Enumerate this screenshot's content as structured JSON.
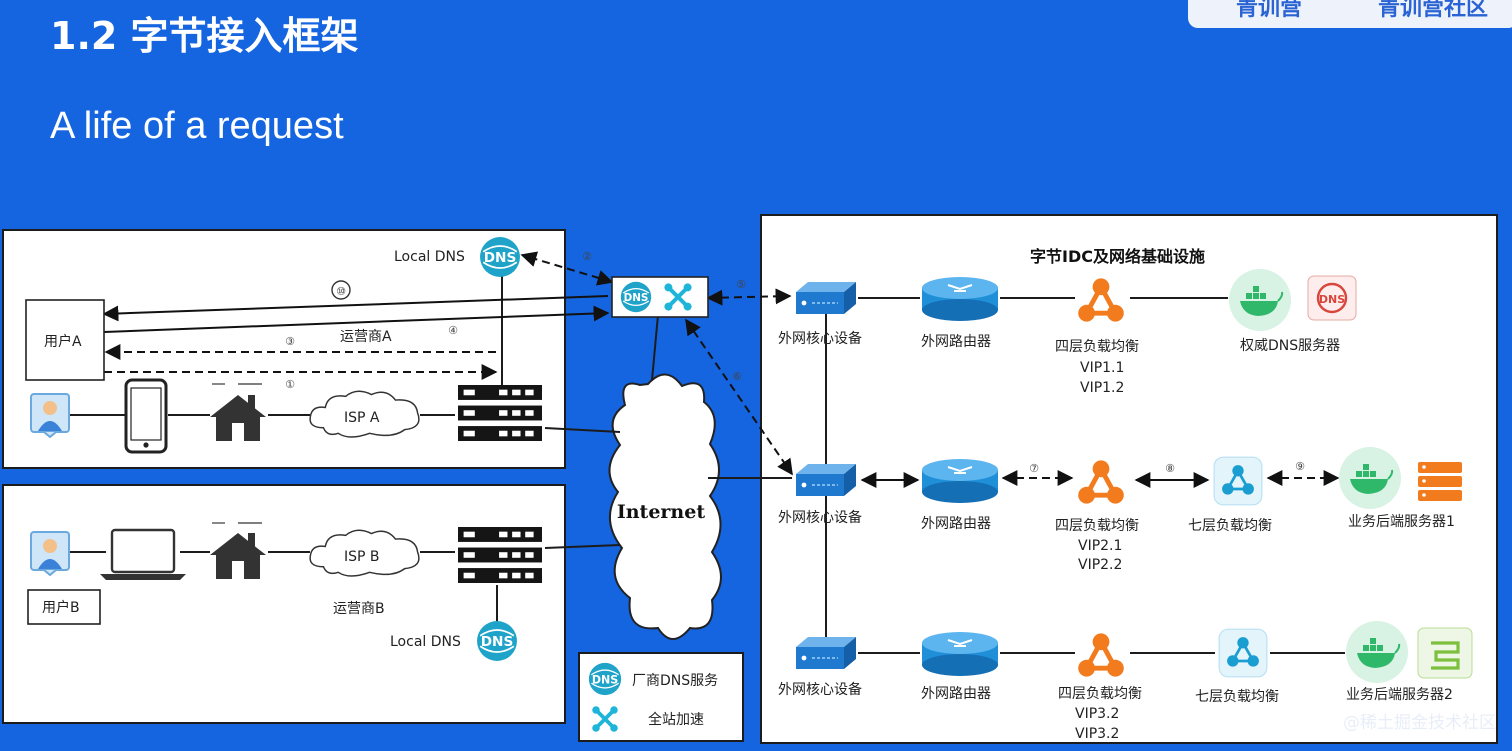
{
  "header": {
    "title": "1.2 字节接入框架",
    "subtitle": "A life of a request"
  },
  "topbadge": {
    "left": "青训营",
    "right": "青训营社区"
  },
  "watermark": "@稀土掘金技术社区",
  "user_a": {
    "label": "用户A",
    "local_dns": "Local DNS",
    "isp": "ISP A",
    "carrier": "运营商A"
  },
  "user_b": {
    "label": "用户B",
    "local_dns": "Local DNS",
    "isp": "ISP B",
    "carrier": "运营商B"
  },
  "internet": "Internet",
  "steps": {
    "s1": "①",
    "s2": "②",
    "s3": "③",
    "s4": "④",
    "s5": "⑤",
    "s6": "⑥",
    "s7": "⑦",
    "s8": "⑧",
    "s9": "⑨",
    "s10": "⑩"
  },
  "legend": {
    "dns_service": "厂商DNS服务",
    "acceleration": "全站加速"
  },
  "idc": {
    "title": "字节IDC及网络基础设施",
    "row1": {
      "core": "外网核心设备",
      "router": "外网路由器",
      "l4": "四层负载均衡",
      "vip_a": "VIP1.1",
      "vip_b": "VIP1.2",
      "dns": "权威DNS服务器"
    },
    "row2": {
      "core": "外网核心设备",
      "router": "外网路由器",
      "l4": "四层负载均衡",
      "vip_a": "VIP2.1",
      "vip_b": "VIP2.2",
      "l7": "七层负载均衡",
      "backend": "业务后端服务器1"
    },
    "row3": {
      "core": "外网核心设备",
      "router": "外网路由器",
      "l4": "四层负载均衡",
      "vip_a": "VIP3.2",
      "vip_b": "VIP3.2",
      "l7": "七层负载均衡",
      "backend": "业务后端服务器2"
    }
  },
  "colors": {
    "background": "#1565e0",
    "dns_teal": "#1fa3c9",
    "lb_orange": "#f27b1e",
    "docker_green": "#2fb86a",
    "dns_red": "#d8463c"
  }
}
